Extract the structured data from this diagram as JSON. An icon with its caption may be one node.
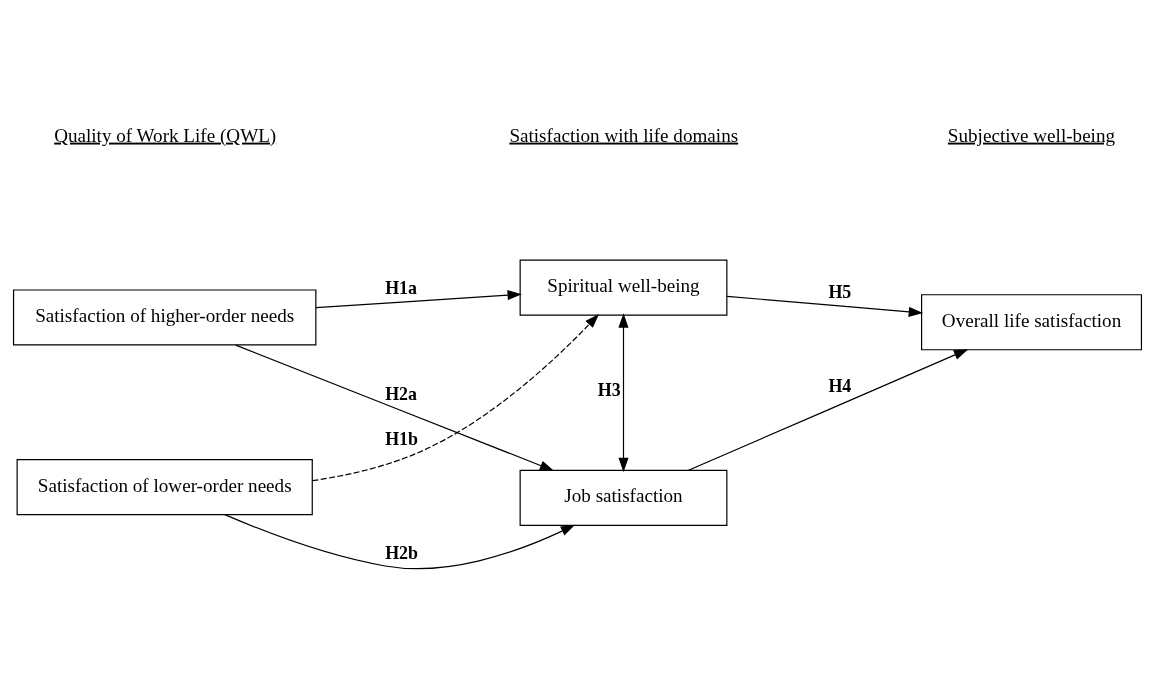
{
  "diagram": {
    "nodes": [
      {
        "text": [
          "Satisfaction of higher-order needs"
        ]
      },
      {
        "text": [
          "Satisfaction of lower-order needs"
        ]
      },
      {
        "text": [
          "Spiritual well-being"
        ]
      },
      {
        "text": [
          "Job satisfaction"
        ]
      },
      {
        "text": [
          "Overall life satisfaction"
        ]
      }
    ],
    "edges": [
      {
        "from": 0,
        "to": 2,
        "arrow": "to",
        "label": "H1a"
      },
      {
        "from": 1,
        "to": 2,
        "arrow": "to",
        "label": "H1b",
        "style": "dashed"
      },
      {
        "from": 0,
        "to": 3,
        "arrow": "to",
        "label": "H2a"
      },
      {
        "from": 1,
        "to": 3,
        "arrow": "to",
        "label": "H2b"
      },
      {
        "from": 2,
        "to": 3,
        "arrow": "both",
        "label": "H3"
      },
      {
        "from": 3,
        "to": 4,
        "arrow": "to",
        "label": "H4"
      },
      {
        "from": 2,
        "to": 4,
        "arrow": "to",
        "label": "H5"
      }
    ],
    "labels": [
      "Quality of Work Life (QWL)",
      "Satisfaction with life domains",
      "Subjective well-being"
    ]
  }
}
